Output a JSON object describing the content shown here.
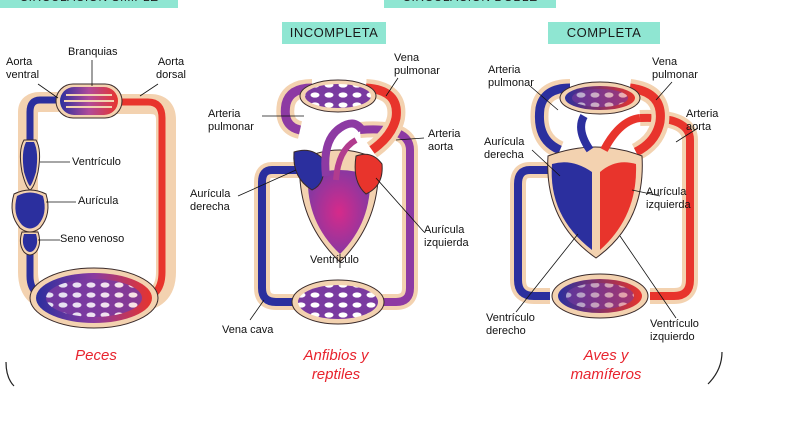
{
  "tabs": {
    "simple_partial": "CIRCULACIÓN SIMPLE",
    "doble_partial": "CIRCULACIÓN DOBLE",
    "incompleta": "INCOMPLETA",
    "completa": "COMPLETA"
  },
  "fish": {
    "aorta_ventral": [
      "Aorta",
      "ventral"
    ],
    "branquias": "Branquias",
    "aorta_dorsal": [
      "Aorta",
      "dorsal"
    ],
    "ventriculo": "Ventrículo",
    "auricula": "Aurícula",
    "seno_venoso": "Seno venoso",
    "caption": "Peces"
  },
  "amphibian": {
    "vena_pulmonar": [
      "Vena",
      "pulmonar"
    ],
    "arteria_pulmonar": [
      "Arteria",
      "pulmonar"
    ],
    "arteria_aorta": [
      "Arteria",
      "aorta"
    ],
    "auricula_derecha": [
      "Aurícula",
      "derecha"
    ],
    "auricula_izquierda": [
      "Aurícula",
      "izquierda"
    ],
    "ventriculo": "Ventrículo",
    "vena_cava": "Vena cava",
    "caption": [
      "Anfibios y",
      "reptiles"
    ]
  },
  "bird": {
    "arteria_pulmonar": [
      "Arteria",
      "pulmonar"
    ],
    "vena_pulmonar": [
      "Vena",
      "pulmonar"
    ],
    "arteria_aorta": [
      "Arteria",
      "aorta"
    ],
    "auricula_derecha": [
      "Aurícula",
      "derecha"
    ],
    "auricula_izquierda": [
      "Aurícula",
      "izquierda"
    ],
    "ventriculo_derecho": [
      "Ventrículo",
      "derecho"
    ],
    "ventriculo_izquierdo": [
      "Ventrículo",
      "izquierdo"
    ],
    "caption": [
      "Aves y",
      "mamíferos"
    ]
  },
  "colors": {
    "venous": "#2b2f9e",
    "arterial": "#e8342c",
    "mixed": "#9a3d9c",
    "tissue": "#f3d2b0",
    "outline": "#3a2a2a",
    "tab": "#8fe6d2",
    "caption": "#e8242e"
  }
}
